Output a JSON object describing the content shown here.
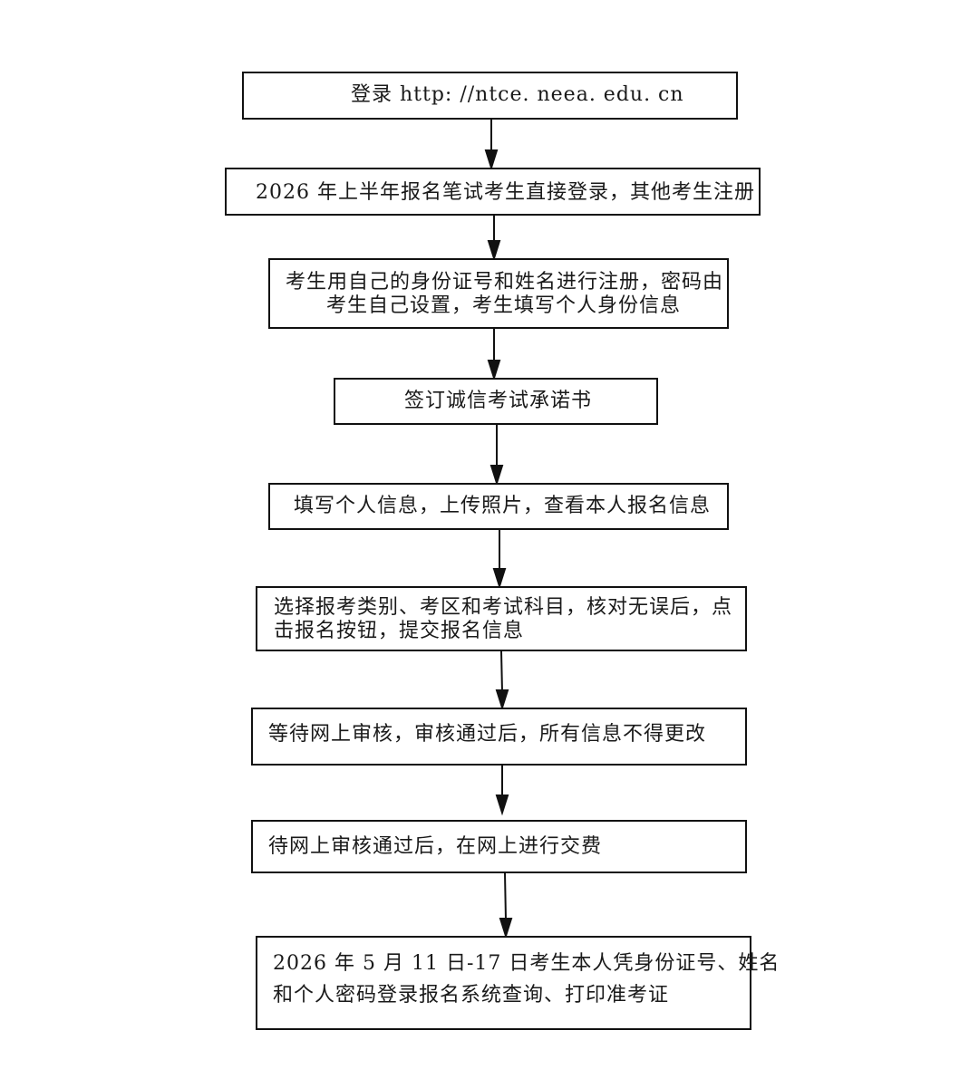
{
  "colors": {
    "stroke": "#111111",
    "text": "#1a1a1a",
    "background": "#ffffff"
  },
  "steps": [
    {
      "lines": [
        "登录 http: //ntce. neea. edu. cn"
      ]
    },
    {
      "lines": [
        "2026 年上半年报名笔试考生直接登录，其他考生注册"
      ]
    },
    {
      "lines": [
        "考生用自己的身份证号和姓名进行注册，密码由",
        "考生自己设置，考生填写个人身份信息"
      ]
    },
    {
      "lines": [
        "签订诚信考试承诺书"
      ]
    },
    {
      "lines": [
        "填写个人信息，上传照片，查看本人报名信息"
      ]
    },
    {
      "lines": [
        "选择报考类别、考区和考试科目，核对无误后，点",
        "击报名按钮，提交报名信息"
      ]
    },
    {
      "lines": [
        "等待网上审核，审核通过后，所有信息不得更改"
      ]
    },
    {
      "lines": [
        "待网上审核通过后，在网上进行交费"
      ]
    },
    {
      "lines": [
        "2026 年 5 月 11 日-17 日考生本人凭身份证号、姓名",
        "和个人密码登录报名系统查询、打印准考证"
      ]
    }
  ]
}
